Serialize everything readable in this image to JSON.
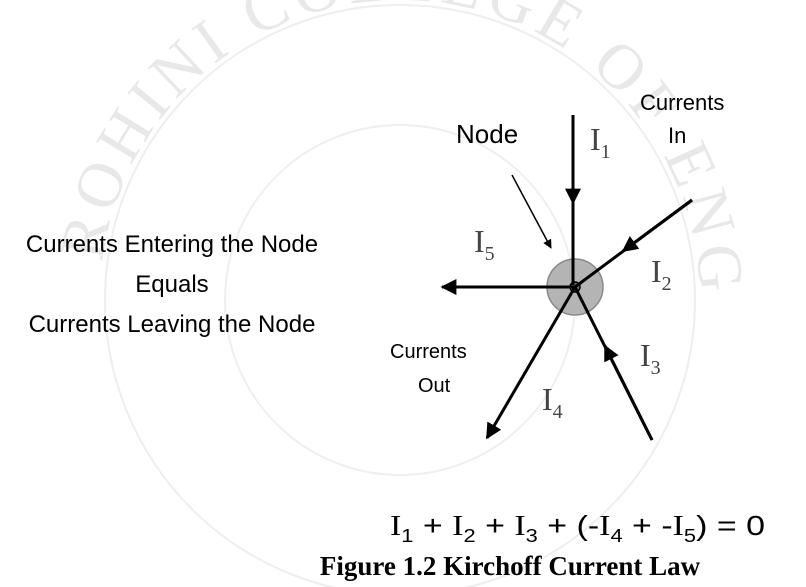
{
  "watermark": {
    "text": "ROHINI COLLEGE OF ENGINEERING AND TECHNOLOGY",
    "color": "#e6e6e6"
  },
  "labels": {
    "node": "Node",
    "currents_in_line1": "Currents",
    "currents_in_line2": "In",
    "currents_out_line1": "Currents",
    "currents_out_line2": "Out",
    "statement_line1": "Currents Entering the Node",
    "statement_line2": "Equals",
    "statement_line3": "Currents Leaving the Node"
  },
  "currents": [
    {
      "id": "I1",
      "letter": "I",
      "sub": "1",
      "direction": "in"
    },
    {
      "id": "I2",
      "letter": "I",
      "sub": "2",
      "direction": "in"
    },
    {
      "id": "I3",
      "letter": "I",
      "sub": "3",
      "direction": "in"
    },
    {
      "id": "I4",
      "letter": "I",
      "sub": "4",
      "direction": "out"
    },
    {
      "id": "I5",
      "letter": "I",
      "sub": "5",
      "direction": "out"
    }
  ],
  "equation": {
    "t1": "I",
    "s1": "1",
    "p1": " + ",
    "t2": "I",
    "s2": "2",
    "p2": " + ",
    "t3": "I",
    "s3": "3",
    "p3": " + (-",
    "t4": "I",
    "s4": "4",
    "p4": " + -",
    "t5": "I",
    "s5": "5",
    "p5": ") = 0"
  },
  "caption": "Figure 1.2 Kirchoff Current Law",
  "colors": {
    "line": "#000000",
    "node_fill": "#b4b4b4",
    "node_center": "#6e6e6e",
    "text": "#000000"
  }
}
